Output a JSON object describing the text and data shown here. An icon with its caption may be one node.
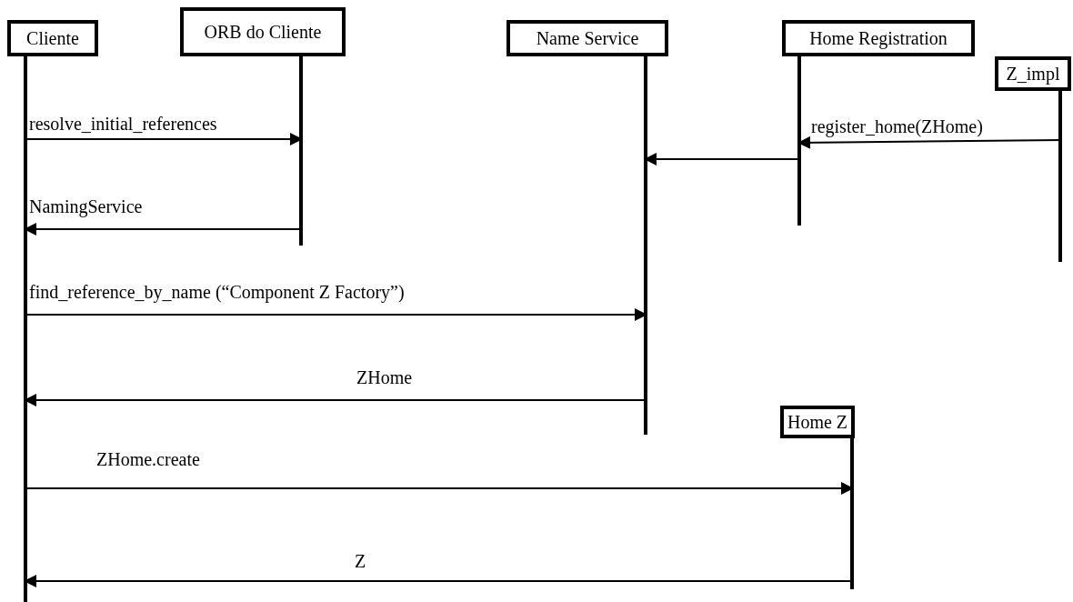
{
  "diagram": {
    "nodes": [
      {
        "text": [
          "Cliente"
        ]
      },
      {
        "text": [
          "ORB do Cliente"
        ]
      },
      {
        "text": [
          "Name Service"
        ]
      },
      {
        "text": [
          "Home Registration"
        ]
      },
      {
        "text": [
          "Z_impl"
        ]
      },
      {
        "text": [
          "Home Z"
        ]
      }
    ],
    "edges": [
      {
        "from": 0,
        "to": 1,
        "arrow": "to",
        "label": "resolve_initial_references"
      },
      {
        "from": 4,
        "to": 3,
        "arrow": "to",
        "label": "register_home(ZHome)"
      },
      {
        "from": 3,
        "to": 2,
        "arrow": "to"
      },
      {
        "from": 1,
        "to": 0,
        "arrow": "to",
        "label": "NamingService"
      },
      {
        "from": 0,
        "to": 2,
        "arrow": "to",
        "label": "find_reference_by_name (“Component Z Factory”)"
      },
      {
        "from": 2,
        "to": 0,
        "arrow": "to",
        "label": "ZHome"
      },
      {
        "from": 0,
        "to": 5,
        "arrow": "to",
        "label": "ZHome.create"
      },
      {
        "from": 5,
        "to": 0,
        "arrow": "to",
        "label": "Z"
      }
    ]
  }
}
